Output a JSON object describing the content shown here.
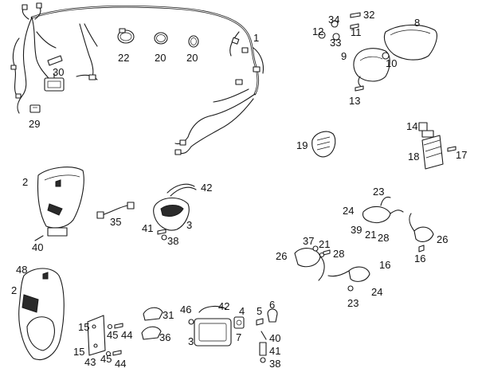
{
  "colors": {
    "line": "#1a1a1a",
    "background": "#ffffff"
  },
  "callouts": [
    {
      "id": "c1",
      "text": "1"
    },
    {
      "id": "c22",
      "text": "22"
    },
    {
      "id": "c20a",
      "text": "20"
    },
    {
      "id": "c20b",
      "text": "20"
    },
    {
      "id": "c30",
      "text": "30"
    },
    {
      "id": "c29",
      "text": "29"
    },
    {
      "id": "c34",
      "text": "34"
    },
    {
      "id": "c32",
      "text": "32"
    },
    {
      "id": "c8",
      "text": "8"
    },
    {
      "id": "c12",
      "text": "12"
    },
    {
      "id": "c11",
      "text": "11"
    },
    {
      "id": "c33",
      "text": "33"
    },
    {
      "id": "c9",
      "text": "9"
    },
    {
      "id": "c10",
      "text": "10"
    },
    {
      "id": "c13",
      "text": "13"
    },
    {
      "id": "c14",
      "text": "14"
    },
    {
      "id": "c19",
      "text": "19"
    },
    {
      "id": "c18",
      "text": "18"
    },
    {
      "id": "c17",
      "text": "17"
    },
    {
      "id": "c2a",
      "text": "2"
    },
    {
      "id": "c42a",
      "text": "42"
    },
    {
      "id": "c35",
      "text": "35"
    },
    {
      "id": "c3a",
      "text": "3"
    },
    {
      "id": "c41a",
      "text": "41"
    },
    {
      "id": "c38a",
      "text": "38"
    },
    {
      "id": "c40a",
      "text": "40"
    },
    {
      "id": "c23a",
      "text": "23"
    },
    {
      "id": "c24a",
      "text": "24"
    },
    {
      "id": "c39",
      "text": "39"
    },
    {
      "id": "c21a",
      "text": "21"
    },
    {
      "id": "c28a",
      "text": "28"
    },
    {
      "id": "c26a",
      "text": "26"
    },
    {
      "id": "c16a",
      "text": "16"
    },
    {
      "id": "c37",
      "text": "37"
    },
    {
      "id": "c21b",
      "text": "21"
    },
    {
      "id": "c26b",
      "text": "26"
    },
    {
      "id": "c28b",
      "text": "28"
    },
    {
      "id": "c16b",
      "text": "16"
    },
    {
      "id": "c24b",
      "text": "24"
    },
    {
      "id": "c23b",
      "text": "23"
    },
    {
      "id": "c48",
      "text": "48"
    },
    {
      "id": "c2b",
      "text": "2"
    },
    {
      "id": "c31",
      "text": "31"
    },
    {
      "id": "c46",
      "text": "46"
    },
    {
      "id": "c42b",
      "text": "42"
    },
    {
      "id": "c4",
      "text": "4"
    },
    {
      "id": "c5",
      "text": "5"
    },
    {
      "id": "c6",
      "text": "6"
    },
    {
      "id": "c15a",
      "text": "15"
    },
    {
      "id": "c45a",
      "text": "45"
    },
    {
      "id": "c44a",
      "text": "44"
    },
    {
      "id": "c36",
      "text": "36"
    },
    {
      "id": "c3b",
      "text": "3"
    },
    {
      "id": "c7",
      "text": "7"
    },
    {
      "id": "c40b",
      "text": "40"
    },
    {
      "id": "c15b",
      "text": "15"
    },
    {
      "id": "c43",
      "text": "43"
    },
    {
      "id": "c45b",
      "text": "45"
    },
    {
      "id": "c44b",
      "text": "44"
    },
    {
      "id": "c41b",
      "text": "41"
    },
    {
      "id": "c38b",
      "text": "38"
    }
  ]
}
